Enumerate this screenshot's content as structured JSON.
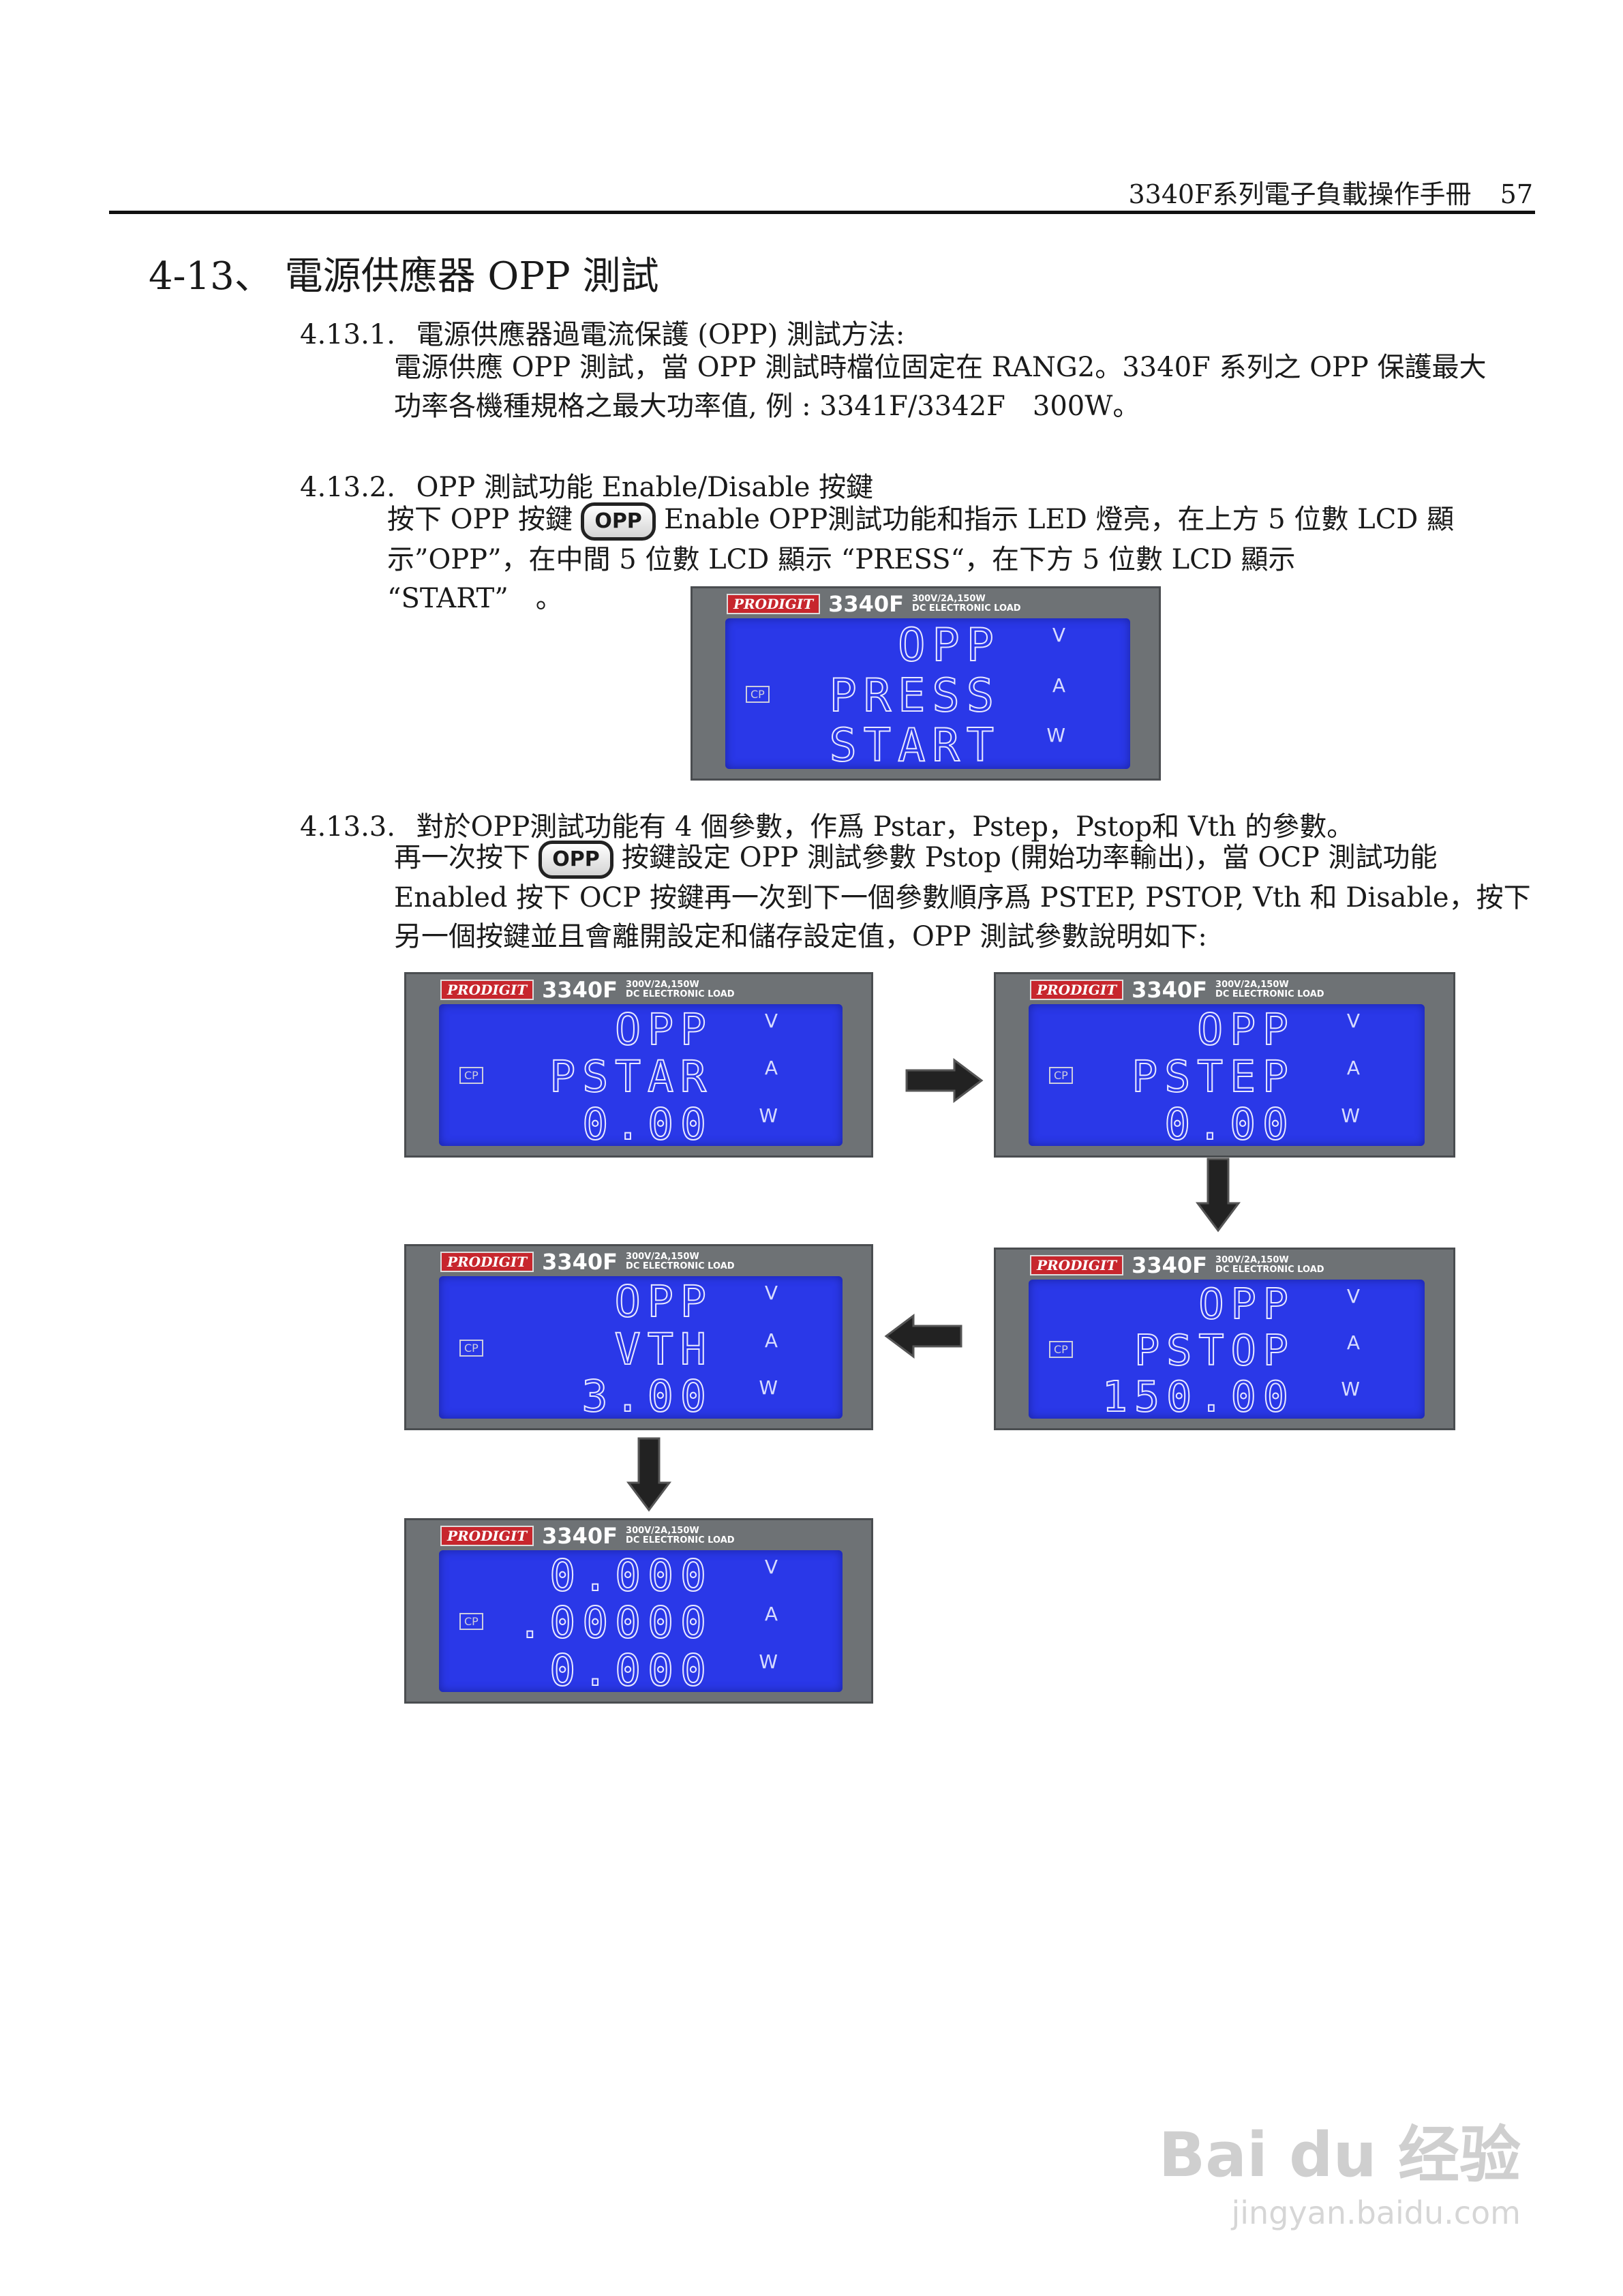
{
  "header": {
    "running_title": "3340F系列電子負載操作手冊",
    "page_number": "57"
  },
  "section": {
    "title": "4-13、 電源供應器 OPP 測試"
  },
  "s1": {
    "number": "4.13.1.",
    "title": "電源供應器過電流保護 (OPP) 測試方法:",
    "line1": "電源供應 OPP 測試，當 OPP 測試時檔位固定在 RANG2。3340F 系列之 OPP 保護最大",
    "line2": "功率各機種規格之最大功率值, 例 : 3341F/3342F　300W。"
  },
  "s2": {
    "number": "4.13.2.",
    "title": "OPP 測試功能 Enable/Disable 按鍵",
    "t1": "按下 OPP 按鍵",
    "t2": "Enable OPP測試功能和指示 LED 燈亮，在上方 5 位數 LCD 顯",
    "t3": "示”OPP”，在中間 5 位數 LCD 顯示 “PRESS“，在下方 5 位數 LCD 顯示",
    "t4": "“START”　。"
  },
  "s3": {
    "number": "4.13.3.",
    "title": "對於OPP測試功能有 4 個參數，作爲 Pstar，Pstep，Pstop和 Vth 的參數。",
    "t1": "再一次按下",
    "t2": "按鍵設定 OPP 測試參數 Pstop (開始功率輸出)，當 OCP 測試功能",
    "t3": "Enabled 按下 OCP 按鍵再一次到下一個參數順序爲 PSTEP, PSTOP, Vth 和 Disable，按下",
    "t4": "另一個按鍵並且會離開設定和儲存設定值，OPP 測試參數說明如下:"
  },
  "button_label": "OPP",
  "panel_brand": {
    "maker": "PRODIGIT",
    "model": "3340F",
    "spec1": "300V/2A,150W",
    "spec2": "DC ELECTRONIC LOAD",
    "cp": "CP"
  },
  "units": {
    "v": "V",
    "a": "A",
    "w": "W",
    "v_small": "v"
  },
  "displays": [
    {
      "l1": "OPP",
      "l2": "PRESS",
      "l3": "START"
    },
    {
      "l1": "OPP",
      "l2": "PSTAR",
      "l3": "0.00"
    },
    {
      "l1": "OPP",
      "l2": "PSTEP",
      "l3": "0.00"
    },
    {
      "l1": "OPP",
      "l2": "PSTOP",
      "l3": "150.00"
    },
    {
      "l1": "OPP",
      "l2": "VTH",
      "l3": "3.00"
    },
    {
      "l1": "0.000",
      "l2": ".00000",
      "l3": "0.000"
    }
  ],
  "watermark": {
    "logo": "Bai du 经验",
    "url": "jingyan.baidu.com"
  }
}
